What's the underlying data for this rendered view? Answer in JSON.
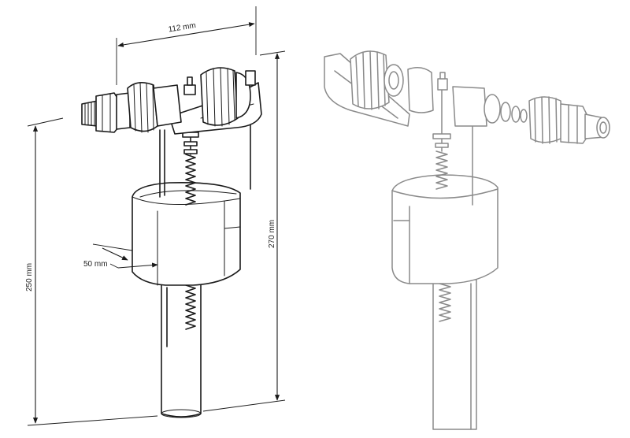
{
  "dimensions": {
    "width_label": "112 mm",
    "height_total_label": "270 mm",
    "height_body_label": "250 mm",
    "depth_label": "50 mm"
  }
}
